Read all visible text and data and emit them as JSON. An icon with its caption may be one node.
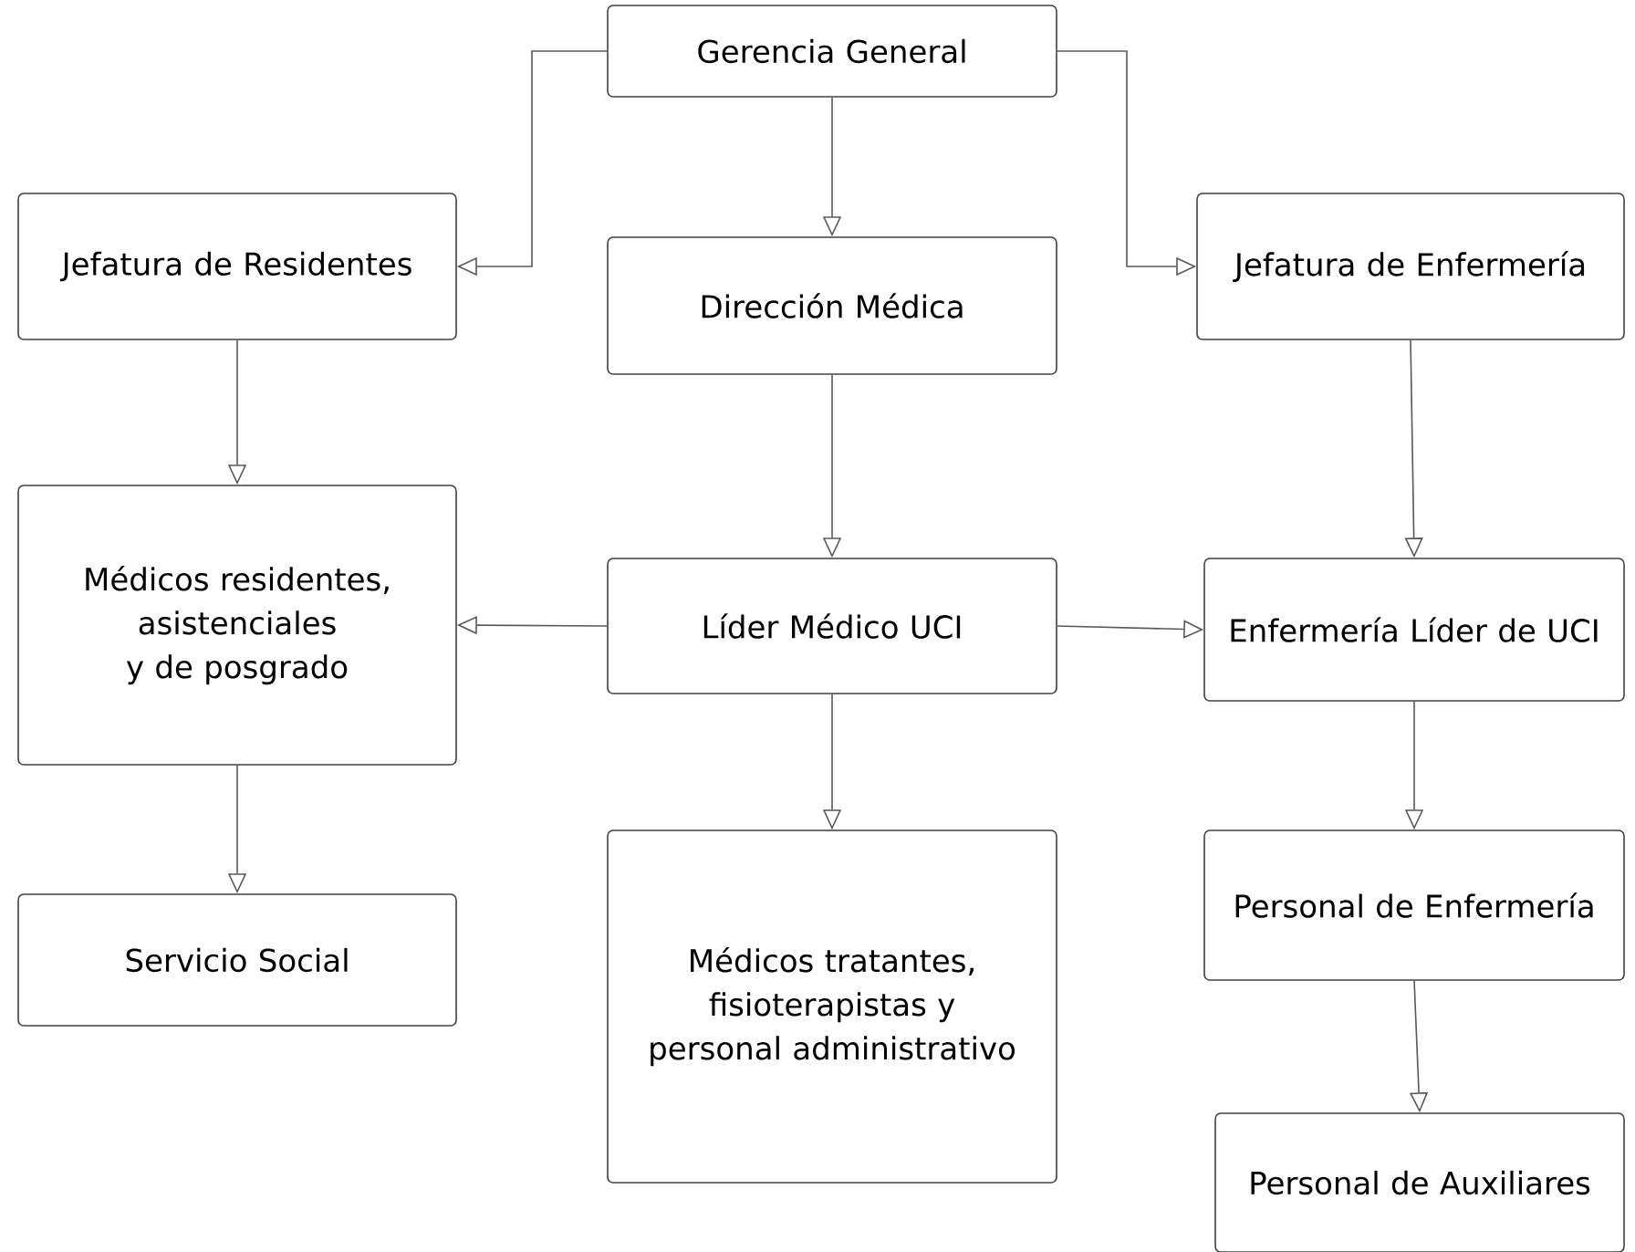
{
  "diagram": {
    "nodes": [
      {
        "text": [
          "Gerencia General"
        ]
      },
      {
        "text": [
          "Jefatura de Residentes"
        ]
      },
      {
        "text": [
          "Dirección Médica"
        ]
      },
      {
        "text": [
          "Jefatura de Enfermería"
        ]
      },
      {
        "text": [
          "Médicos residentes, asistenciales y de posgrado"
        ]
      },
      {
        "text": [
          "Líder Médico UCI"
        ]
      },
      {
        "text": [
          "Enfermería Líder de UCI"
        ]
      },
      {
        "text": [
          "Servicio Social"
        ]
      },
      {
        "text": [
          "Médicos tratantes, fisioterapistas y personal administrativo"
        ]
      },
      {
        "text": [
          "Personal de Enfermería"
        ]
      },
      {
        "text": [
          "Personal de Auxiliares"
        ]
      }
    ],
    "edges": [
      {
        "from": 0,
        "to": 1,
        "arrow": "to"
      },
      {
        "from": 0,
        "to": 2,
        "arrow": "to"
      },
      {
        "from": 0,
        "to": 3,
        "arrow": "to"
      },
      {
        "from": 1,
        "to": 4,
        "arrow": "to"
      },
      {
        "from": 2,
        "to": 5,
        "arrow": "to"
      },
      {
        "from": 3,
        "to": 6,
        "arrow": "to"
      },
      {
        "from": 5,
        "to": 4,
        "arrow": "to"
      },
      {
        "from": 5,
        "to": 6,
        "arrow": "to"
      },
      {
        "from": 4,
        "to": 7,
        "arrow": "to"
      },
      {
        "from": 5,
        "to": 8,
        "arrow": "to"
      },
      {
        "from": 6,
        "to": 9,
        "arrow": "to"
      },
      {
        "from": 9,
        "to": 10,
        "arrow": "to"
      }
    ]
  }
}
